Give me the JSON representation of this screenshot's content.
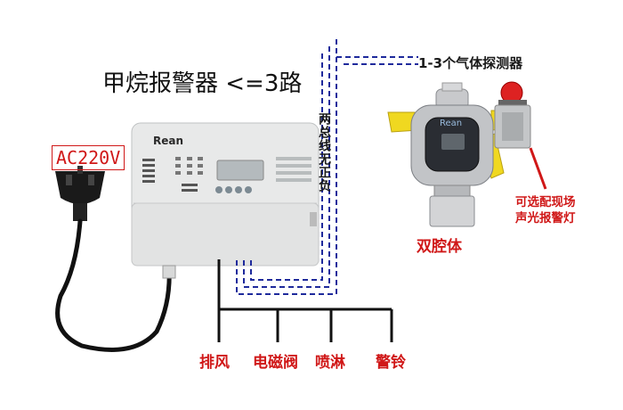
{
  "title": "甲烷报警器  <=3路",
  "power_label": "AC220V",
  "detector_count_label": "1-3个气体探测器",
  "bus_label": "两总线无正负",
  "dual_chamber_label": "双腔体",
  "alarm_light_label": [
    "可选配现场",
    "声光报警灯"
  ],
  "controller_brand": "Rean",
  "detector_brand": "Rean",
  "outputs": [
    "排风",
    "电磁阀",
    "喷淋",
    "警铃"
  ],
  "colors": {
    "annotation_red": "#d01818",
    "bus_blue": "#1e2a9c",
    "detector_yellow": "#f0d820",
    "controller_body": "#e9eaea"
  },
  "icons": {
    "power_plug": "power-plug-icon",
    "gas_detector": "gas-detector-icon",
    "alarm_light": "alarm-light-icon"
  }
}
